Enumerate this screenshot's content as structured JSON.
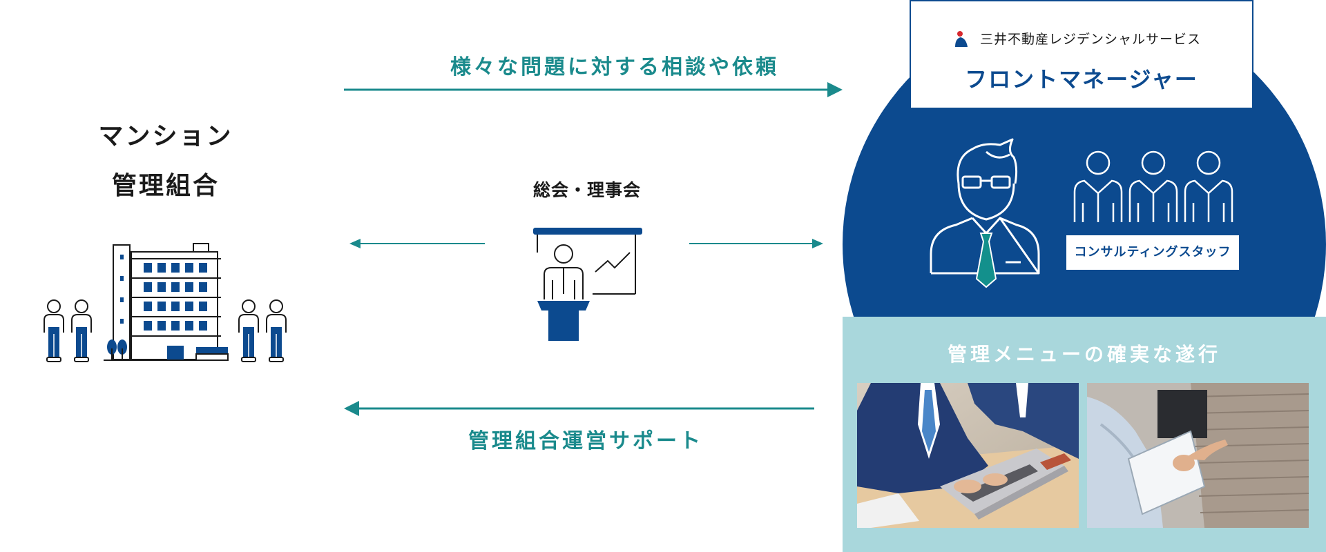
{
  "org": {
    "title_line1": "マンション",
    "title_line2": "管理組合"
  },
  "flows": {
    "top_label": "様々な問題に対する相談や依頼",
    "bottom_label": "管理組合運営サポート"
  },
  "meeting": {
    "label": "総会・理事会"
  },
  "front": {
    "company": "三井不動産レジデンシャルサービス",
    "role": "フロントマネージャー",
    "staff_label": "コンサルティングスタッフ"
  },
  "menu": {
    "title": "管理メニューの確実な遂行"
  },
  "colors": {
    "navy": "#0c4a8f",
    "teal": "#1a8a8c",
    "light_teal": "#a9d7dc",
    "tie": "#13908c"
  },
  "icons": {
    "building": "apartment-building-icon",
    "residents": "resident-person-icon",
    "presenter": "presenter-at-whiteboard-icon",
    "manager": "front-manager-person-icon",
    "staff": "consulting-staff-icon"
  }
}
